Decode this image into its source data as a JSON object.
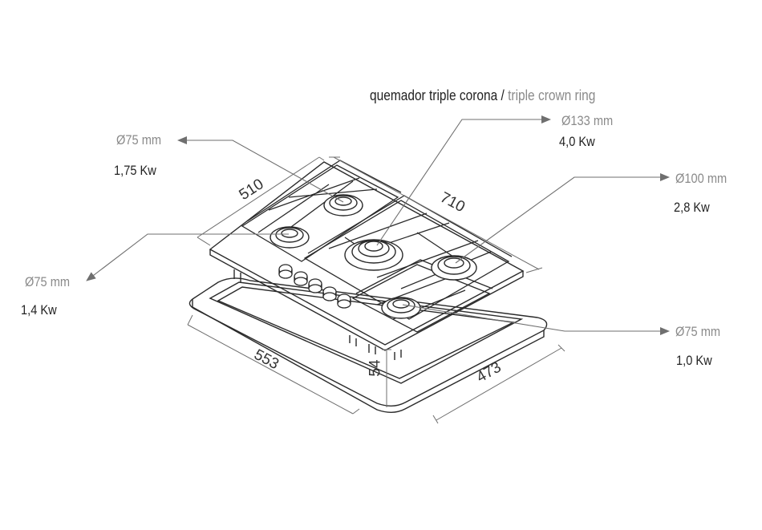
{
  "title": {
    "es": "quemador triple corona",
    "sep": " / ",
    "en": "triple crown ring"
  },
  "burners": {
    "triple_crown": {
      "diameter": "Ø133 mm",
      "power": "4,0 Kw"
    },
    "right_large": {
      "diameter": "Ø100 mm",
      "power": "2,8 Kw"
    },
    "back_left": {
      "diameter": "Ø75 mm",
      "power": "1,75 Kw"
    },
    "front_left": {
      "diameter": "Ø75 mm",
      "power": "1,4 Kw"
    },
    "front_right": {
      "diameter": "Ø75 mm",
      "power": "1,0 Kw"
    }
  },
  "dimensions": {
    "depth": "510",
    "width": "710",
    "cutout_width": "553",
    "cutout_depth": "473",
    "height": "54"
  },
  "colors": {
    "line": "#2a2a2a",
    "leader": "#6f6f6f",
    "text_gray": "#8a8a8a"
  }
}
